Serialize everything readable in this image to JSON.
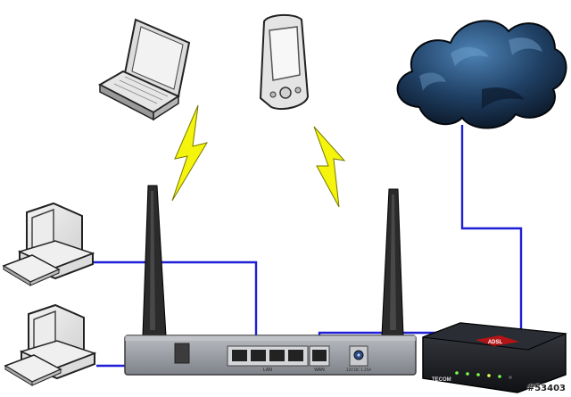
{
  "router": {
    "port_group_label": "LAN",
    "wan_label": "WAN",
    "power_label": "12V DC 1.25A"
  },
  "modem": {
    "brand": "TECOM",
    "logo_text": "ADSL"
  },
  "watermark": "#53403",
  "colors": {
    "cable": "#1f1fd6",
    "lightning": "#f2f20a",
    "cloud_dark": "#0f1e33",
    "cloud_light": "#3d6e9e",
    "router_body": "#9a9ea5",
    "antenna": "#2b2b2b"
  },
  "icons": {
    "laptop": "laptop-icon",
    "pda": "pda-icon",
    "cloud": "internet-cloud-icon",
    "desktop": "desktop-computer-icon",
    "router": "wireless-router-icon",
    "modem": "adsl-modem-icon",
    "wireless": "lightning-bolt-icon"
  }
}
